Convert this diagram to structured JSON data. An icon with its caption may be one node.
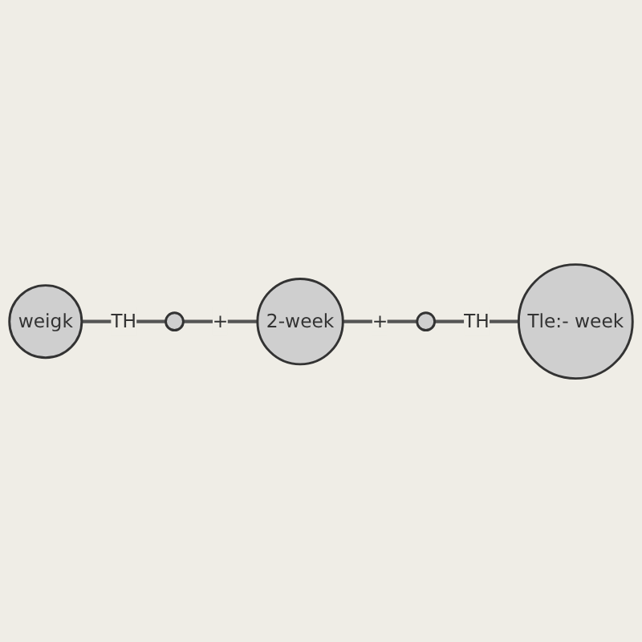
{
  "diagram": {
    "nodes": [
      {
        "text": [
          "weigk"
        ]
      },
      {
        "text": [],
        "shape": "circle"
      },
      {
        "text": [
          "2-week"
        ]
      },
      {
        "text": [],
        "shape": "circle"
      },
      {
        "text": [
          "Tle:- week"
        ]
      }
    ],
    "edges": [
      {
        "from": 0,
        "to": 1,
        "arrow": "none",
        "label": "TH"
      },
      {
        "from": 1,
        "to": 2,
        "arrow": "none",
        "label": "+"
      },
      {
        "from": 2,
        "to": 3,
        "arrow": "none",
        "label": "+"
      },
      {
        "from": 3,
        "to": 4,
        "arrow": "none",
        "label": "TH"
      }
    ]
  }
}
